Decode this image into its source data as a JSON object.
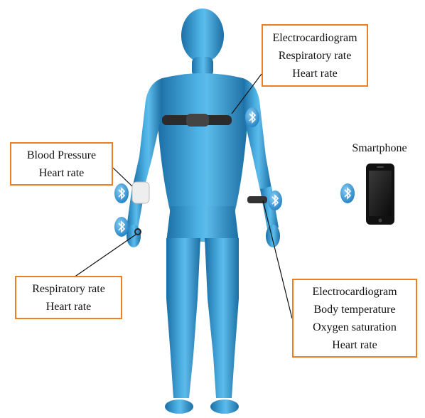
{
  "labels": {
    "chest": [
      "Electrocardiogram",
      "Respiratory rate",
      "Heart rate"
    ],
    "arm": [
      "Blood Pressure",
      "Heart rate"
    ],
    "finger": [
      "Respiratory rate",
      "Heart rate"
    ],
    "wrist": [
      "Electrocardiogram",
      "Body temperature",
      "Oxygen saturation",
      "Heart rate"
    ],
    "smartphone": "Smartphone"
  },
  "icons": {
    "bluetooth": "bluetooth-icon",
    "phone": "smartphone-icon",
    "body": "human-body-figure"
  },
  "colors": {
    "box_border": "#ef7d22",
    "body": "#2f93c9",
    "bluetooth": "#3b9ed8",
    "sensor": "#333333",
    "phone": "#111111"
  }
}
